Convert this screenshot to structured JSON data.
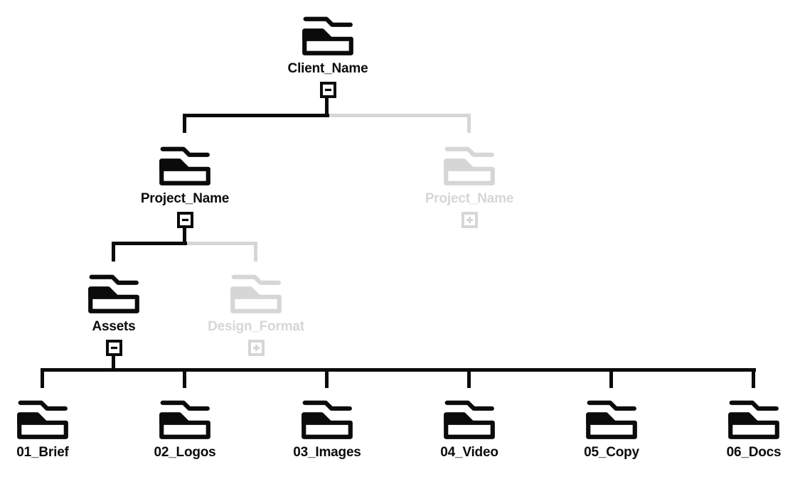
{
  "colors": {
    "active": "#0b0b0b",
    "inactive": "#d6d6d6",
    "node_fill": "#ffffff",
    "background": "#ffffff"
  },
  "icons": {
    "folder": "folder-icon",
    "collapse": "minus-box-icon",
    "expand": "plus-box-icon"
  },
  "tree": {
    "label": "Client_Name",
    "state": "expanded",
    "status": "active",
    "children": [
      {
        "label": "Project_Name",
        "state": "expanded",
        "status": "active",
        "children": [
          {
            "label": "Assets",
            "state": "expanded",
            "status": "active",
            "children": [
              {
                "label": "01_Brief",
                "state": "leaf",
                "status": "active",
                "children": []
              },
              {
                "label": "02_Logos",
                "state": "leaf",
                "status": "active",
                "children": []
              },
              {
                "label": "03_Images",
                "state": "leaf",
                "status": "active",
                "children": []
              },
              {
                "label": "04_Video",
                "state": "leaf",
                "status": "active",
                "children": []
              },
              {
                "label": "05_Copy",
                "state": "leaf",
                "status": "active",
                "children": []
              },
              {
                "label": "06_Docs",
                "state": "leaf",
                "status": "active",
                "children": []
              }
            ]
          },
          {
            "label": "Design_Format",
            "state": "collapsed",
            "status": "inactive",
            "children": []
          }
        ]
      },
      {
        "label": "Project_Name",
        "state": "collapsed",
        "status": "inactive",
        "children": []
      }
    ]
  }
}
